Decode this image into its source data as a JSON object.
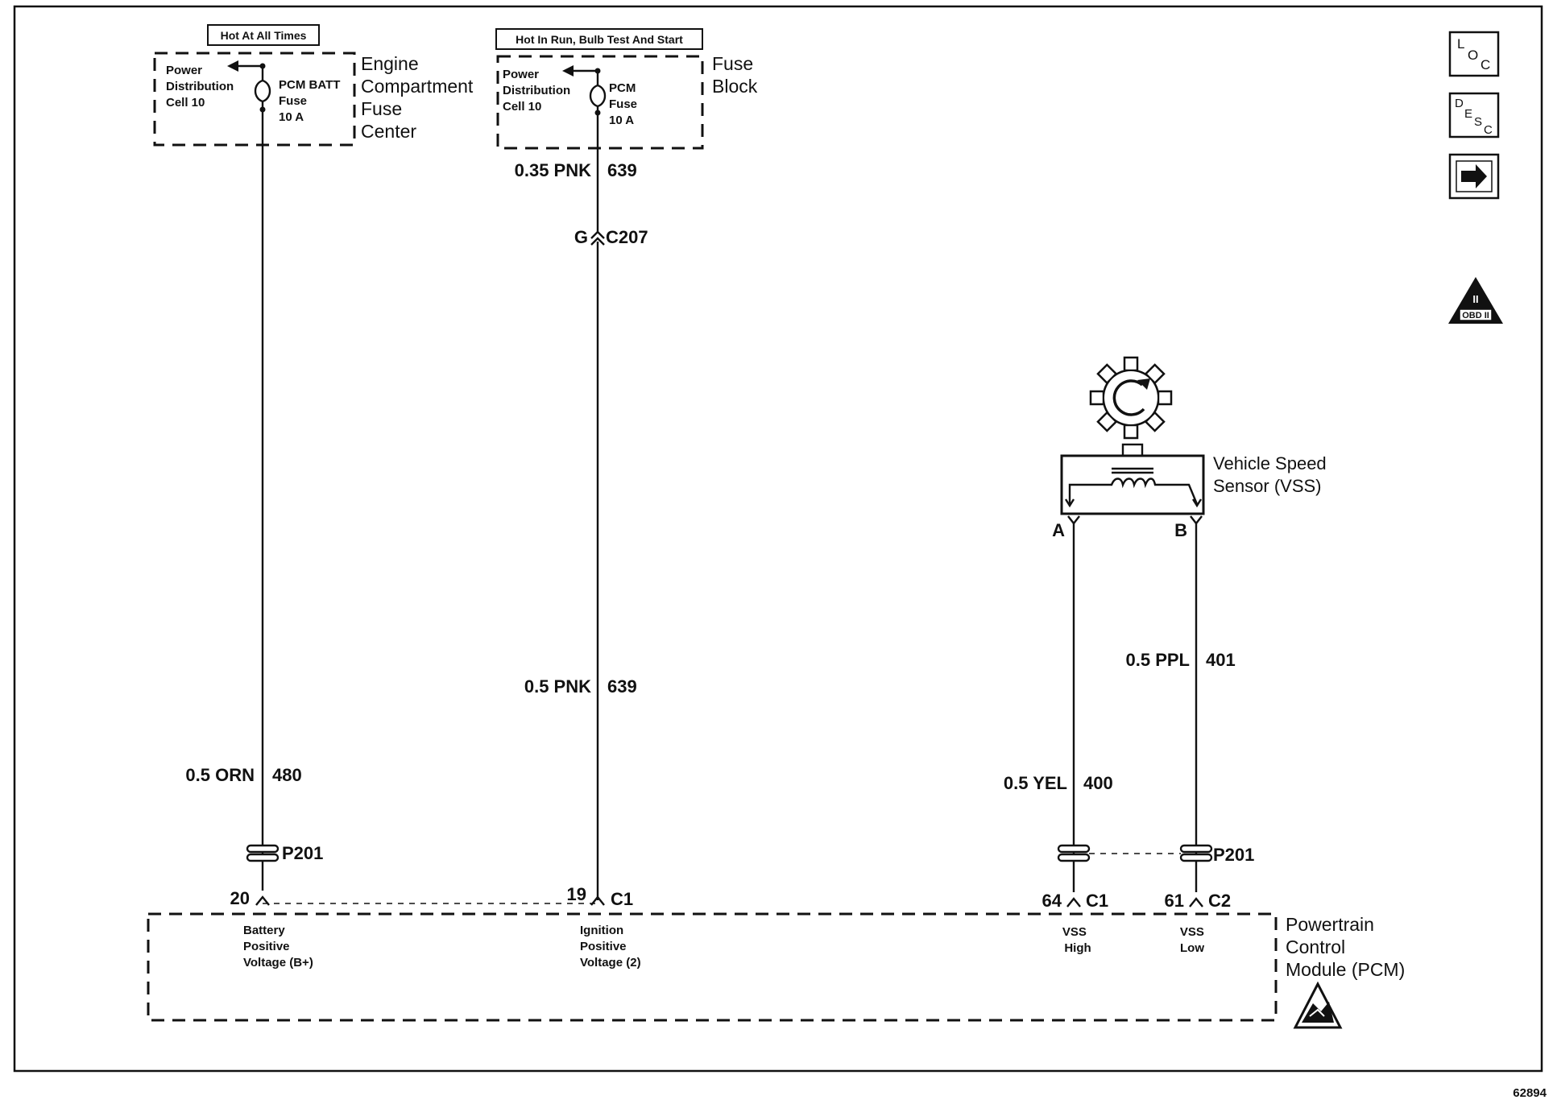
{
  "fuse_center": {
    "header": "Hot At All Times",
    "lines": [
      "Power",
      "Distribution",
      "Cell 10"
    ],
    "fuse_lines": [
      "PCM BATT",
      "Fuse",
      "10 A"
    ],
    "name_lines": [
      "Engine",
      "Compartment",
      "Fuse",
      "Center"
    ]
  },
  "fuse_block": {
    "header": "Hot In Run, Bulb Test And Start",
    "lines": [
      "Power",
      "Distribution",
      "Cell 10"
    ],
    "fuse_lines": [
      "PCM",
      "Fuse",
      "10 A"
    ],
    "name_lines": [
      "Fuse",
      "Block"
    ]
  },
  "wires": {
    "w480_gauge": "0.5 ORN",
    "w480_circuit": "480",
    "w639_top_gauge": "0.35 PNK",
    "w639_top_circuit": "639",
    "w639_gauge": "0.5 PNK",
    "w639_circuit": "639",
    "w400_gauge": "0.5 YEL",
    "w400_circuit": "400",
    "w401_gauge": "0.5 PPL",
    "w401_circuit": "401"
  },
  "connectors": {
    "c207_pin": "G",
    "c207_name": "C207",
    "p201_left": "P201",
    "p201_right": "P201"
  },
  "vss": {
    "name_lines": [
      "Vehicle Speed",
      "Sensor (VSS)"
    ],
    "pin_a": "A",
    "pin_b": "B"
  },
  "pcm": {
    "name_lines": [
      "Powertrain",
      "Control",
      "Module (PCM)"
    ],
    "pins": [
      {
        "num": "20",
        "conn": "",
        "lines": [
          "Battery",
          "Positive",
          "Voltage (B+)"
        ]
      },
      {
        "num": "19",
        "conn": "C1",
        "lines": [
          "Ignition",
          "Positive",
          "Voltage (2)"
        ]
      },
      {
        "num": "64",
        "conn": "C1",
        "lines": [
          "VSS",
          "High"
        ]
      },
      {
        "num": "61",
        "conn": "C2",
        "lines": [
          "VSS",
          "Low"
        ]
      }
    ]
  },
  "nav": {
    "loc_l": "L",
    "loc_o": "O",
    "loc_c": "C",
    "desc_d": "D",
    "desc_e": "E",
    "desc_s": "S",
    "desc_c": "C"
  },
  "obd_badge": "OBD II",
  "figure_number": "62894"
}
